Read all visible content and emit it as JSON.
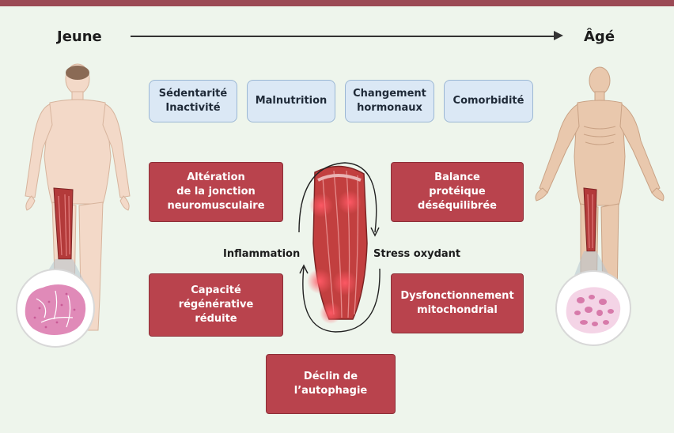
{
  "header": {
    "young_label": "Jeune",
    "old_label": "Âgé"
  },
  "risk_factors": [
    {
      "label": "Sédentarité\nInactivité"
    },
    {
      "label": "Malnutrition"
    },
    {
      "label": "Changement\nhormonaux"
    },
    {
      "label": "Comorbidité"
    }
  ],
  "mechanisms": {
    "jonction": "Altération\nde la jonction\nneuromusculaire",
    "balance": "Balance\nprotéique\ndéséquilibrée",
    "regen": "Capacité\nrégénérative\nréduite",
    "mito": "Dysfonctionnement\nmitochondrial",
    "autophagie": "Déclin de\nl’autophagie"
  },
  "cycle": {
    "left_label": "Inflammation",
    "right_label": "Stress oxydant"
  },
  "colors": {
    "top_bar": "#9b4a55",
    "background": "#eef5ec",
    "factor_fill": "#dbe8f5",
    "mechanism_fill": "#b9434d",
    "muscle": "#b33a3a",
    "skin_young": "#f3d9c8",
    "skin_old": "#e9c8ad"
  }
}
